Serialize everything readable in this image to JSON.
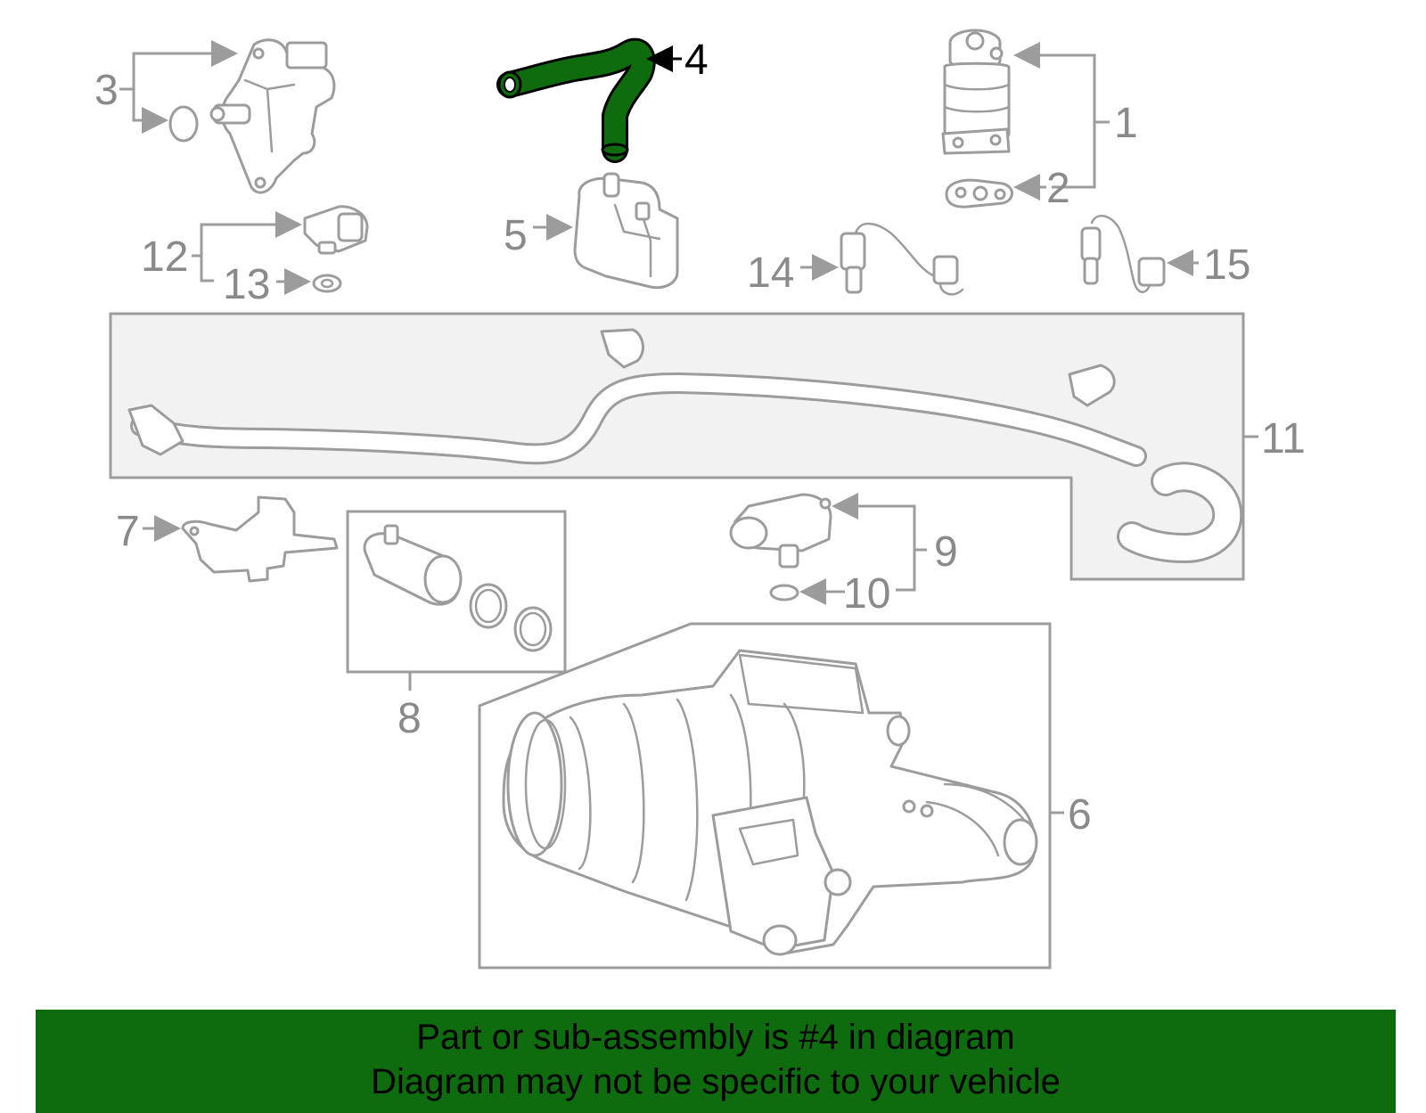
{
  "callouts": {
    "c1": "1",
    "c2": "2",
    "c3": "3",
    "c4": "4",
    "c5": "5",
    "c6": "6",
    "c7": "7",
    "c8": "8",
    "c9": "9",
    "c10": "10",
    "c11": "11",
    "c12": "12",
    "c13": "13",
    "c14": "14",
    "c15": "15"
  },
  "highlight": {
    "part": "4",
    "color": "#0e6b0e"
  },
  "banner": {
    "line1": "Part or sub-assembly is #4 in diagram",
    "line2": "Diagram may not be specific to your vehicle",
    "background": "#0e6b0e"
  }
}
